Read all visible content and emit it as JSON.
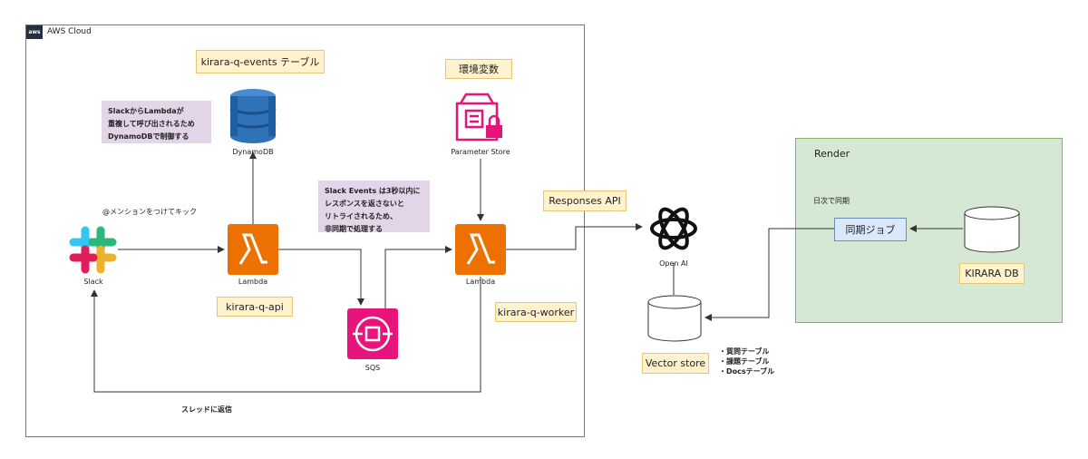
{
  "aws_cloud": {
    "label": "AWS Cloud",
    "badge": "aws"
  },
  "render": {
    "label": "Render",
    "sync_schedule": "日次で同期",
    "sync_job": "同期ジョブ",
    "db_label": "KIRARA DB"
  },
  "dynamodb": {
    "table_label": "kirara-q-events テーブル",
    "icon_label": "DynamoDB",
    "note": "SlackからLambdaが\n重複して呼び出されるため\nDynamoDBで制御する"
  },
  "parameter_store": {
    "label": "環境変数",
    "icon_label": "Parameter Store"
  },
  "slack": {
    "icon_label": "Slack",
    "mention": "@メンションをつけてキック",
    "thread_reply": "スレッドに返信"
  },
  "lambda_api": {
    "icon_label": "Lambda",
    "name": "kirara-q-api"
  },
  "lambda_worker": {
    "icon_label": "Lambda",
    "name": "kirara-q-worker"
  },
  "sqs": {
    "icon_label": "SQS",
    "note": "Slack Events は3秒以内に\nレスポンスを返さないと\nリトライされるため、\n非同期で処理する"
  },
  "openai": {
    "api_label": "Responses API",
    "icon_label": "Open AI"
  },
  "vector_store": {
    "label": "Vector store",
    "items": [
      "・質問テーブル",
      "・課題テーブル",
      "・Docsテーブル"
    ]
  },
  "colors": {
    "lambda": "#ed7100",
    "sqs": "#e7157b",
    "dynamodb": "#2e73b8",
    "parameter_store": "#e7157b",
    "note_yellow": "#fff2cc",
    "note_purple": "#e1d5e7",
    "render_green": "#d5e8d4",
    "sync_blue": "#dae8fc"
  }
}
